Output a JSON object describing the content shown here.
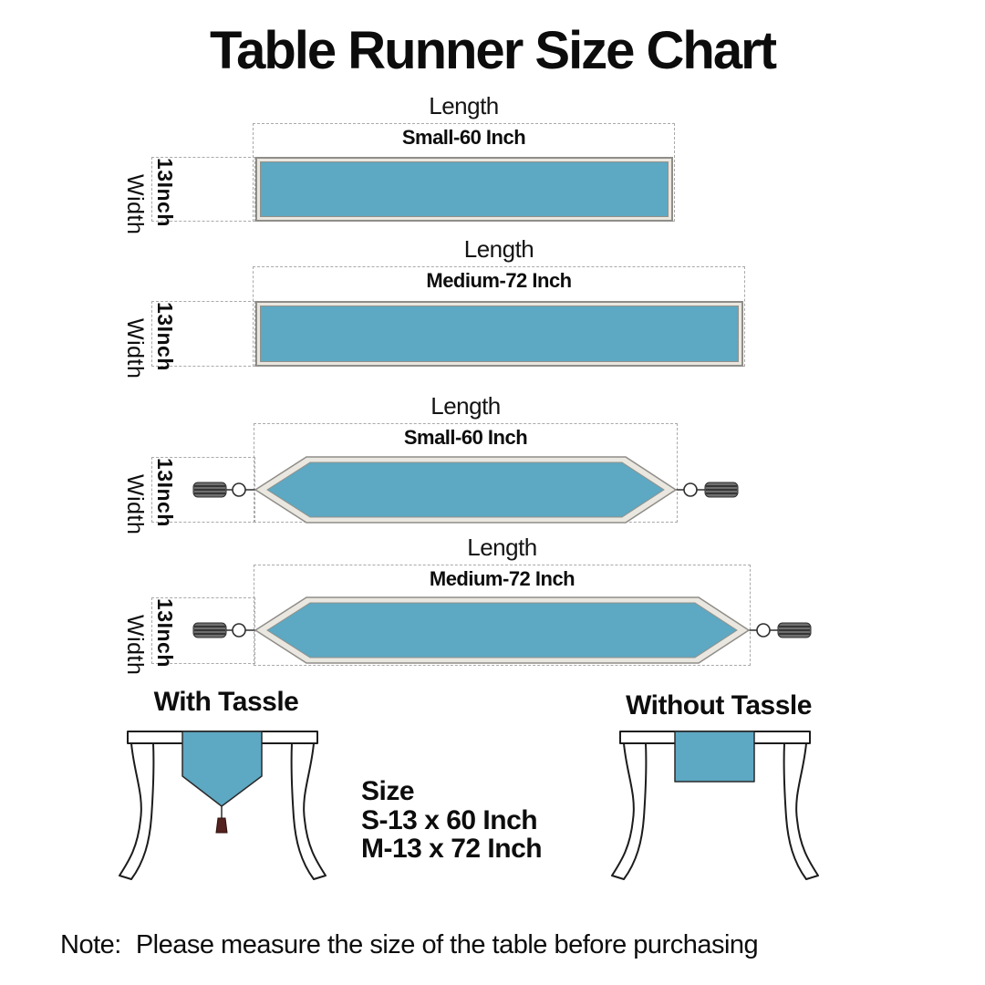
{
  "title": "Table Runner Size Chart",
  "colors": {
    "runner_fill": "#5da8c3",
    "frame_gray": "#8f8d88",
    "frame_light": "#eae7e0",
    "tassel_dark": "#53211e"
  },
  "diagrams": [
    {
      "shape": "rectangle",
      "length_label": "Length",
      "size_label": "Small-60 Inch",
      "width_value": "13Inch",
      "width_label": "Width"
    },
    {
      "shape": "rectangle",
      "length_label": "Length",
      "size_label": "Medium-72 Inch",
      "width_value": "13Inch",
      "width_label": "Width"
    },
    {
      "shape": "pointed-with-tassels",
      "length_label": "Length",
      "size_label": "Small-60 Inch",
      "width_value": "13Inch",
      "width_label": "Width"
    },
    {
      "shape": "pointed-with-tassels",
      "length_label": "Length",
      "size_label": "Medium-72 Inch",
      "width_value": "13Inch",
      "width_label": "Width"
    }
  ],
  "bottom": {
    "with_tassle_label": "With Tassle",
    "without_tassle_label": "Without Tassle",
    "size_heading": "Size",
    "size_small": "S-13 x 60 Inch",
    "size_medium": "M-13 x 72 Inch"
  },
  "note": {
    "prefix": "Note:",
    "text": "Please measure the size of the table before purchasing"
  }
}
